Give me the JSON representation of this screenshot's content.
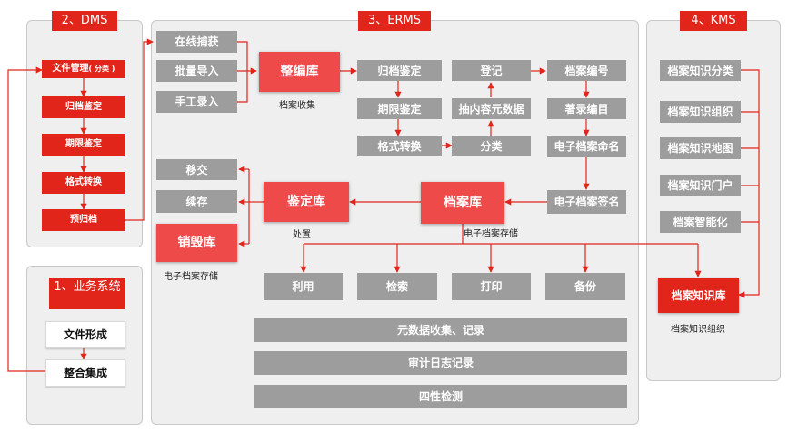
{
  "panels": {
    "dms": "2、DMS",
    "erms": "3、ERMS",
    "kms": "4、KMS",
    "business": "1、业务系统"
  },
  "dms": {
    "file_management": "文件管理",
    "file_management_sub": "( 分类 )",
    "archive_appraisal": "归档鉴定",
    "retention_appraisal": "期限鉴定",
    "format_conversion": "格式转换",
    "pre_archive": "预归档"
  },
  "business": {
    "file_formation": "文件形成",
    "integration": "整合集成"
  },
  "erms": {
    "online_capture": "在线捕获",
    "batch_import": "批量导入",
    "manual_entry": "手工录入",
    "compilation_library": "整编库",
    "archive_collection": "档案收集",
    "archive_appraisal": "归档鉴定",
    "retention_appraisal": "期限鉴定",
    "format_conversion": "格式转换",
    "register": "登记",
    "extract_metadata": "抽内容元数据",
    "classify": "分类",
    "archive_number": "档案编号",
    "cataloging": "著录编目",
    "e_archive_naming": "电子档案命名",
    "e_archive_signing": "电子档案签名",
    "archive_library": "档案库",
    "e_archive_storage": "电子档案存储",
    "appraisal_library": "鉴定库",
    "disposal": "处置",
    "transfer": "移交",
    "continue_store": "续存",
    "destroy_library": "销毁库",
    "destroy_storage": "电子档案存储",
    "use": "利用",
    "search": "检索",
    "print": "打印",
    "backup": "备份",
    "metadata_record": "元数据收集、记录",
    "audit_log": "审计日志记录",
    "four_checks": "四性检测"
  },
  "kms": {
    "classification": "档案知识分类",
    "organization": "档案知识组织",
    "map": "档案知识地图",
    "portal": "档案知识门户",
    "intelligence": "档案智能化",
    "knowledge_library": "档案知识库",
    "knowledge_org_caption": "档案知识组织"
  },
  "colors": {
    "red": "#e1251b",
    "light_red": "#ef4a4a",
    "gray_box": "#9d9d9d",
    "panel_bg": "#efefef"
  }
}
